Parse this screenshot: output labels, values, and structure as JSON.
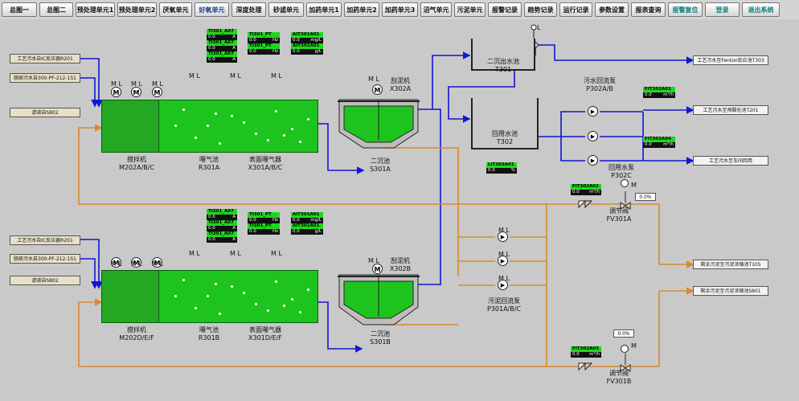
{
  "nav": {
    "buttons": [
      "总图一",
      "总图二",
      "预处理单元1",
      "预处理单元2",
      "厌氧单元",
      "好氧单元",
      "深度处理",
      "砂滤单元",
      "加药单元1",
      "加药单元2",
      "加药单元3",
      "沼气单元",
      "污泥单元",
      "报警记录",
      "趋势记录",
      "运行记录",
      "参数设置",
      "报表查询",
      "报警复位",
      "登录",
      "退出系统"
    ],
    "active": "好氧单元"
  },
  "colors": {
    "water": "#1414d2",
    "sludge": "#d98a2b",
    "basin": "#1ec41e",
    "tag_title": "#1ed81e"
  },
  "sources_top": [
    "工艺污水自IC反应器R201",
    "脱硫污水自300-PF-212-1S1"
  ],
  "filtrate_top": "滤液自S802",
  "sources_bottom": [
    "工艺污水自IC反应器R201",
    "脱硫污水自300-PF-212-1S1"
  ],
  "filtrate_bottom": "滤液自S802",
  "ml": "M  L",
  "m": "M",
  "l": "L",
  "mixer_a": {
    "name": "搅拌机",
    "code": "M202A/B/C"
  },
  "aeration_a": {
    "name": "曝气池",
    "code": "R301A"
  },
  "aerator_a": {
    "name": "表面曝气器",
    "code": "X301A/B/C"
  },
  "mixer_b": {
    "name": "搅拌机",
    "code": "M202D/E/F"
  },
  "aeration_b": {
    "name": "曝气池",
    "code": "R301B"
  },
  "aerator_b": {
    "name": "表面曝气器",
    "code": "X301D/E/F"
  },
  "scraper_a": {
    "name": "刮泥机",
    "code": "X302A"
  },
  "scraper_b": {
    "name": "刮泥机",
    "code": "X302B"
  },
  "clarifier_a": {
    "name": "二沉池",
    "code": "S301A"
  },
  "clarifier_b": {
    "name": "二沉池",
    "code": "S301B"
  },
  "t301": {
    "name": "二沉出水池",
    "code": "T301"
  },
  "t302": {
    "name": "回用水池",
    "code": "T302"
  },
  "pump_water": {
    "name": "污水回流泵",
    "code": "P302A/B"
  },
  "pump_reuse": {
    "name": "回用水泵",
    "code": "P302C"
  },
  "pump_sludge": {
    "name": "污泥回流泵",
    "code": "P301A/B/C"
  },
  "valve_a": {
    "name": "调节阀",
    "code": "FV301A"
  },
  "valve_b": {
    "name": "调节阀",
    "code": "FV301B"
  },
  "outlets_top": [
    "工艺污水至Fenton反应池T303",
    "工艺污水至预酸化池T201",
    "工艺污水至车间回用"
  ],
  "outlets_bottom": [
    "剩余污泥至污泥浓缩池T105",
    "剩余污泥至污泥浓缩池S801"
  ],
  "tags": {
    "do_a": [
      "TI301_A07",
      "0.0",
      "A",
      "TI301_A07",
      "0.0",
      "A",
      "TI301_A07",
      "0.0",
      "A"
    ],
    "ph_a": [
      "TI301_PT",
      "0.0",
      "Hz",
      "TI301_PT",
      "0.0",
      "Hz"
    ],
    "ana_a": [
      "AIT301A01",
      "0.0",
      "mg/L",
      "AIT301A01",
      "0.0",
      "g/L"
    ],
    "do_b": [
      "TI301_A07",
      "0.0",
      "A",
      "TI301_A07",
      "0.0",
      "A",
      "TI301_A07",
      "0.0",
      "A"
    ],
    "ph_b": [
      "TI301_PT",
      "0.0",
      "Hz",
      "TI301_PT",
      "0.0",
      "Hz"
    ],
    "ana_b": [
      "AIT301A01",
      "0.0",
      "mg/L",
      "AIT301A01",
      "0.0",
      "g/L"
    ],
    "flow1": [
      "FIT302A01",
      "0.0",
      "m³/h"
    ],
    "flow2": [
      "FIT302A04",
      "0.0",
      "m³/h"
    ],
    "level": [
      "LIT302A01",
      "0.0",
      "%"
    ],
    "flow3": [
      "FIT302A02",
      "0.0",
      "m³/h"
    ],
    "flow4": [
      "FIT302A03",
      "0.0",
      "m³/h"
    ]
  },
  "pct_a": "0.0",
  "pct_b": "0.0",
  "pct_unit": "%"
}
